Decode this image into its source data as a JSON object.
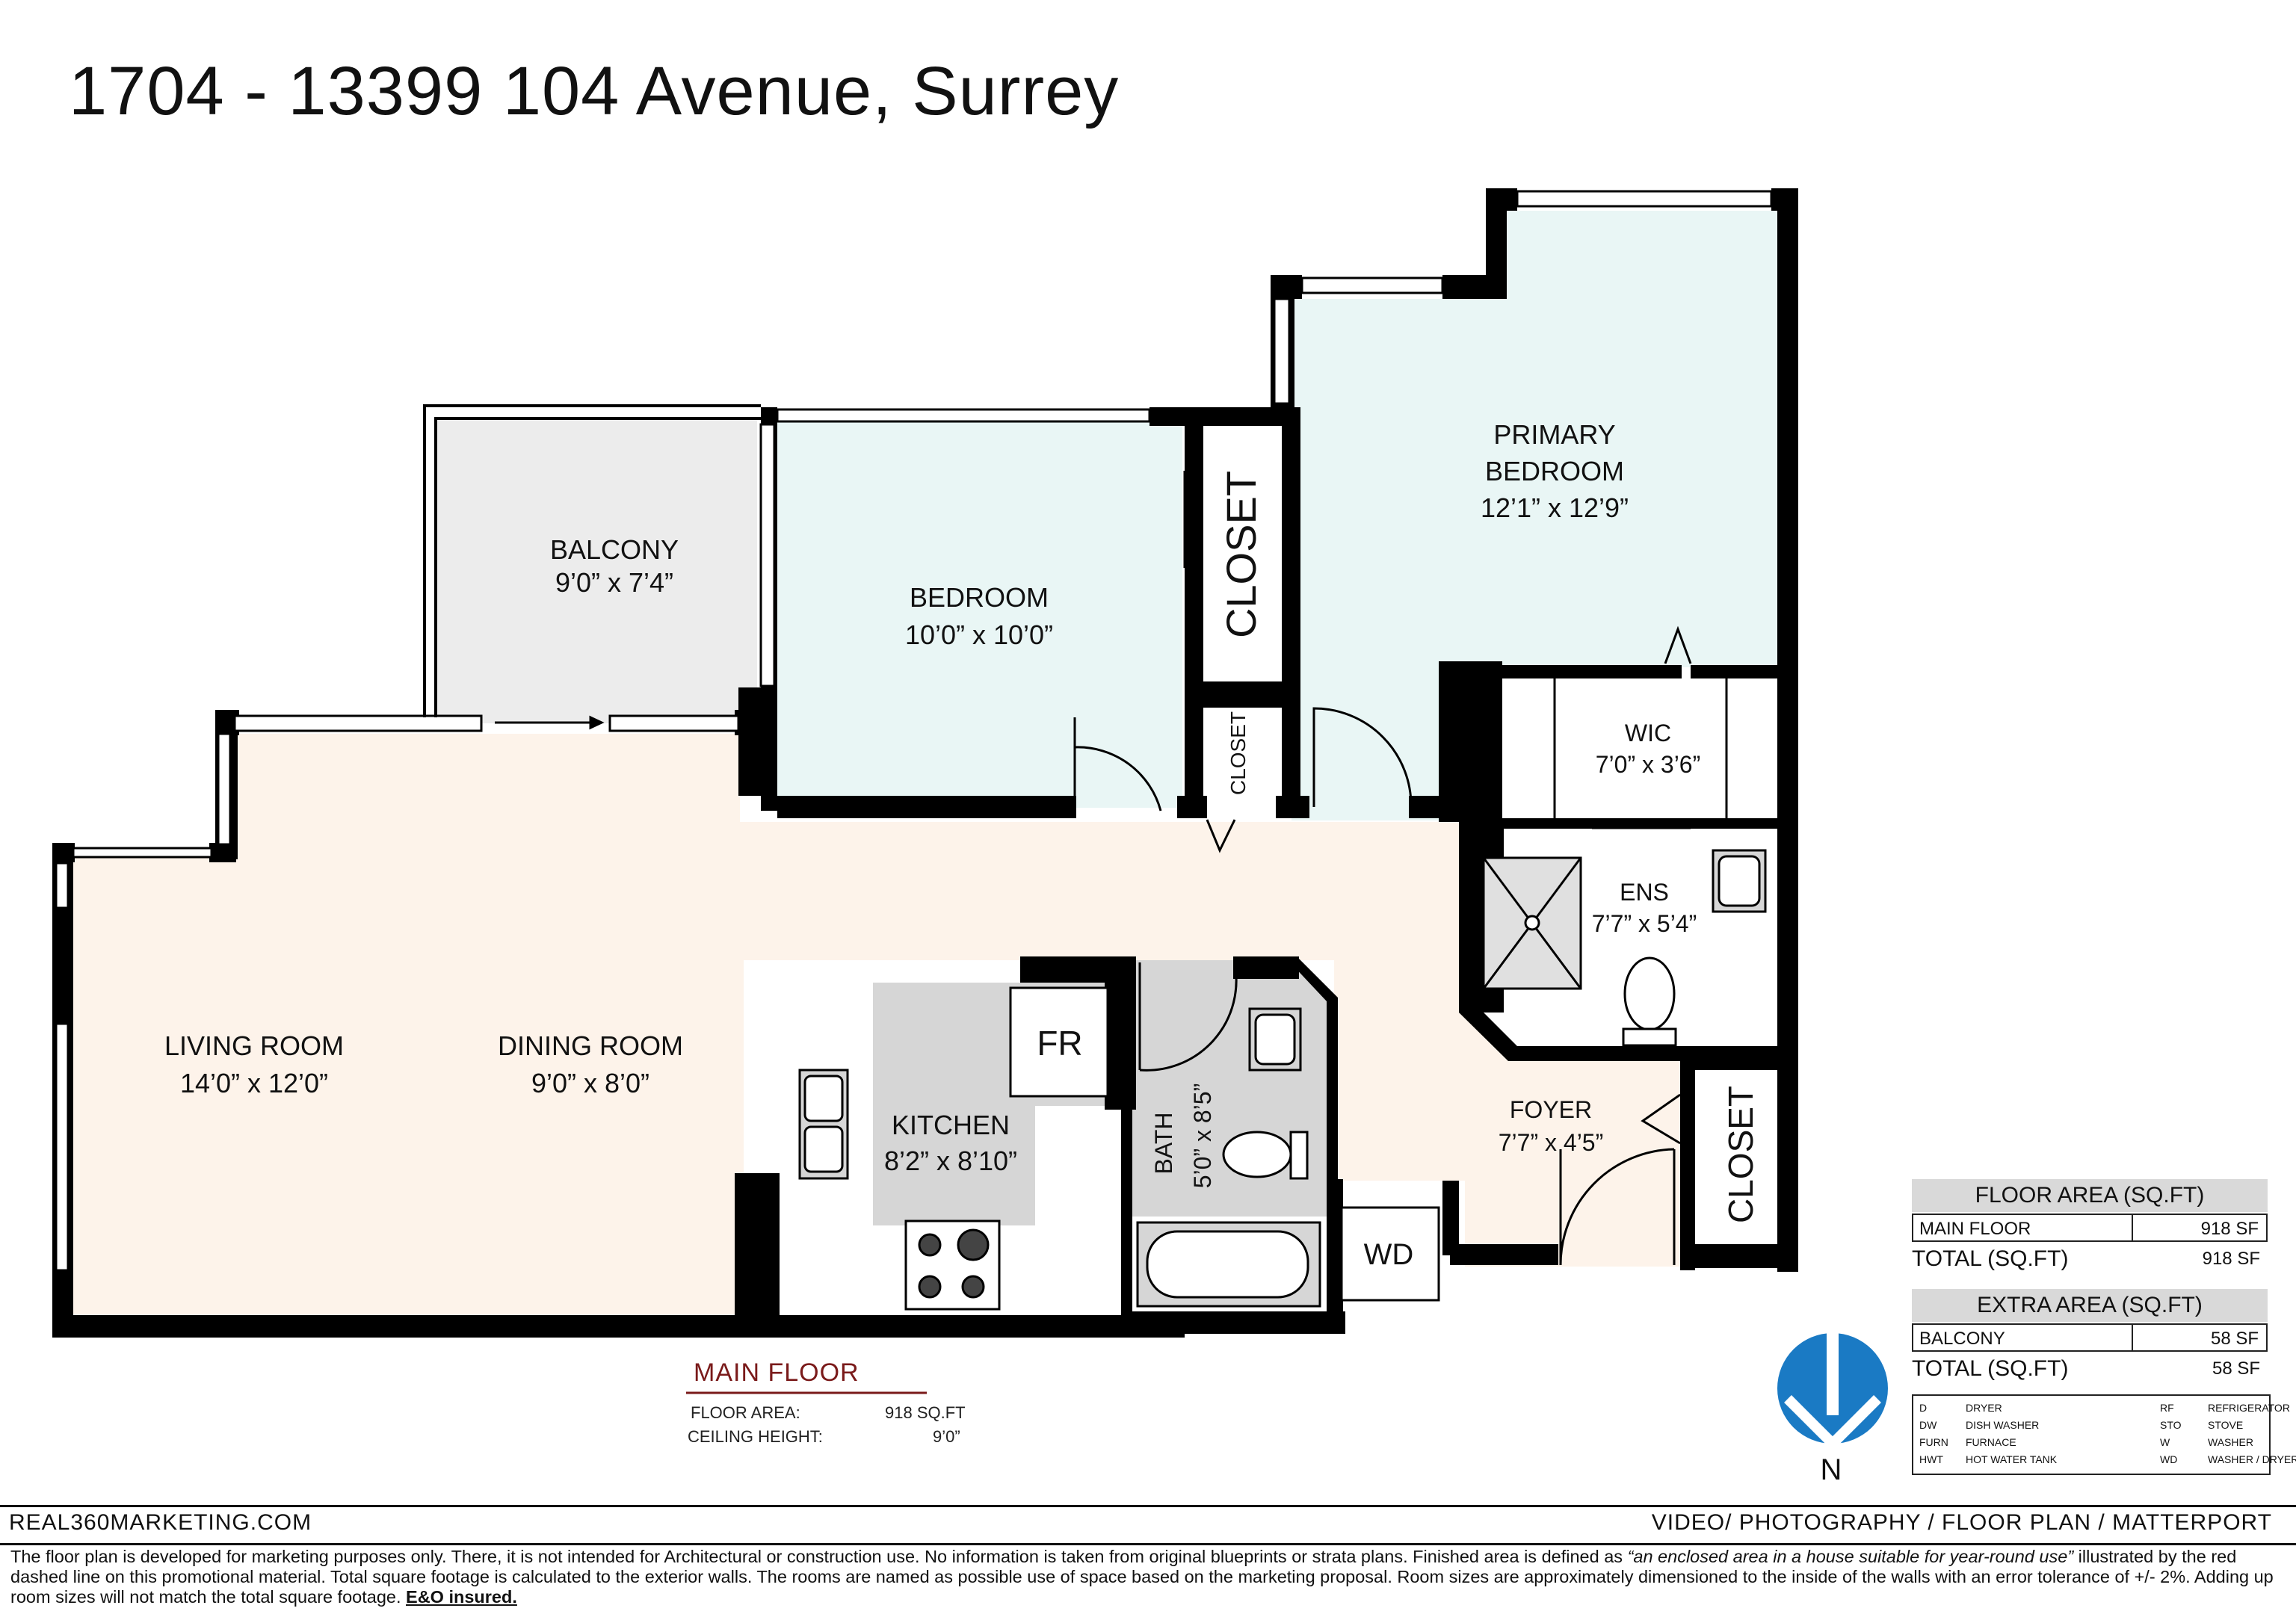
{
  "title": "1704 - 13399 104 Avenue, Surrey",
  "rooms": {
    "balcony": {
      "name": "BALCONY",
      "size": "9’0” x 7’4”"
    },
    "bedroom": {
      "name": "BEDROOM",
      "size": "10’0” x 10’0”"
    },
    "closet_big": {
      "name": "CLOSET"
    },
    "closet_small": {
      "name": "CLOSET"
    },
    "closet_foyer": {
      "name": "CLOSET"
    },
    "primary": {
      "name1": "PRIMARY",
      "name2": "BEDROOM",
      "size": "12’1” x 12’9”"
    },
    "wic": {
      "name": "WIC",
      "size": "7’0” x 3’6”"
    },
    "ens": {
      "name": "ENS",
      "size": "7’7” x 5’4”"
    },
    "living": {
      "name": "LIVING ROOM",
      "size": "14’0” x 12’0”"
    },
    "dining": {
      "name": "DINING ROOM",
      "size": "9’0” x 8’0”"
    },
    "kitchen": {
      "name": "KITCHEN",
      "size": "8’2” x 8’10”"
    },
    "bath": {
      "name": "BATH",
      "size": "5’0” x 8’5”"
    },
    "foyer": {
      "name": "FOYER",
      "size": "7’7” x 4’5”"
    },
    "fr": {
      "name": "FR"
    },
    "wd": {
      "name": "WD"
    }
  },
  "floor_area": {
    "header": "FLOOR AREA (SQ.FT)",
    "row_label": "MAIN FLOOR",
    "row_value": "918 SF",
    "total_label": "TOTAL (SQ.FT)",
    "total_value": "918 SF"
  },
  "extra_area": {
    "header": "EXTRA AREA (SQ.FT)",
    "row_label": "BALCONY",
    "row_value": "58 SF",
    "total_label": "TOTAL (SQ.FT)",
    "total_value": "58 SF"
  },
  "main_floor": {
    "title": "MAIN FLOOR",
    "area_label": "FLOOR AREA:",
    "area_value": "918 SQ.FT",
    "ceiling_label": "CEILING HEIGHT:",
    "ceiling_value": "9’0”"
  },
  "compass": {
    "label": "N"
  },
  "legend": [
    {
      "code": "D",
      "text": "DRYER"
    },
    {
      "code": "DW",
      "text": "DISH WASHER"
    },
    {
      "code": "FURN",
      "text": "FURNACE"
    },
    {
      "code": "HWT",
      "text": "HOT WATER TANK"
    },
    {
      "code": "RF",
      "text": "REFRIGERATOR"
    },
    {
      "code": "STO",
      "text": "STOVE"
    },
    {
      "code": "W",
      "text": "WASHER"
    },
    {
      "code": "WD",
      "text": "WASHER / DRYER"
    }
  ],
  "footer": {
    "left": "REAL360MARKETING.COM",
    "right": "VIDEO/ PHOTOGRAPHY / FLOOR PLAN / MATTERPORT",
    "disclaimer_1": "The floor plan is developed for marketing purposes only. There, it is not intended for Architectural or construction use. No information is  taken from original blueprints or strata plans. Finished area is defined as  ",
    "disclaimer_quote": "“an enclosed area in a house suitable for year-round use”",
    "disclaimer_2": " illustrated by the red dashed line on this promotional material. Total square footage is calculated to the exterior walls. The rooms are named as possible use of space based on the marketing proposal. Room sizes are approximately dimensioned to the inside of the walls with an error tolerance of +/- 2%. Adding up room sizes will not match the total square footage. ",
    "disclaimer_bold": "E&O insured."
  },
  "colors": {
    "wall": "#000000",
    "living_fill": "#fdf3ea",
    "bedroom_fill": "#e9f6f5",
    "balcony_fill": "#ececec",
    "wet_fill": "#d6d6d6",
    "compass_blue": "#1a7ac4",
    "main_floor_red": "#7a1a1a"
  }
}
